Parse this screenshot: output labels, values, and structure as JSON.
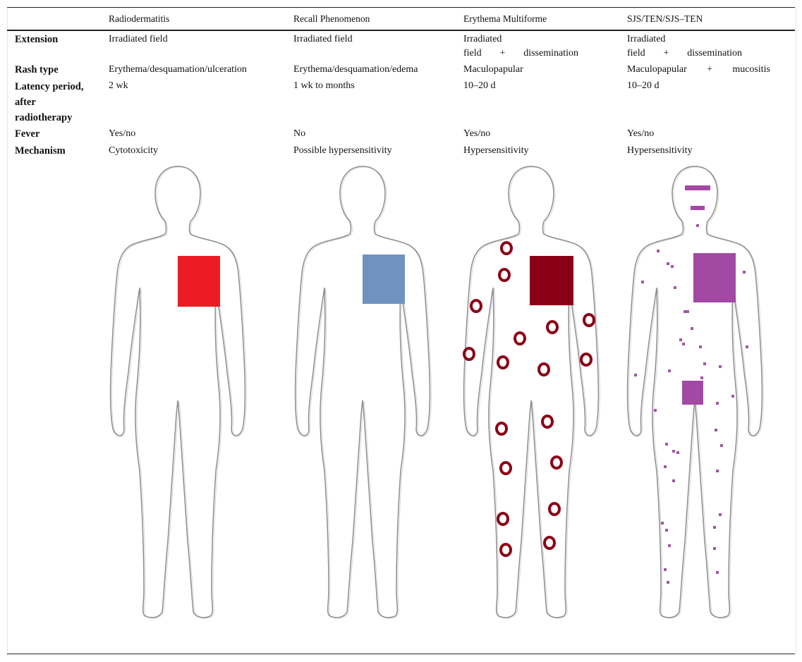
{
  "header": {
    "columns": [
      "Radiodermatitis",
      "Recall Phenomenon",
      "Erythema Multiforme",
      "SJS/TEN/SJS–TEN"
    ]
  },
  "rows": {
    "extension": {
      "label": "Extension",
      "cells": [
        "Irradiated field",
        "Irradiated field",
        "Irradiated",
        "Irradiated"
      ],
      "line2_c3": [
        "field",
        "+",
        "dissemination"
      ],
      "line2_c4": [
        "field",
        "+",
        "dissemination"
      ]
    },
    "rash_type": {
      "label": "Rash type",
      "cells": [
        "Erythema/desquamation/ulceration",
        "Erythema/desquamation/edema",
        "Maculopapular"
      ],
      "c4_parts": [
        "Maculopapular",
        "+",
        "mucositis"
      ]
    },
    "latency": {
      "label": "Latency period, after radiotherapy",
      "cells": [
        "2 wk",
        "1 wk to months",
        "10–20 d",
        "10–20 d"
      ]
    },
    "fever": {
      "label": "Fever",
      "cells": [
        "Yes/no",
        "No",
        "Yes/no",
        "Yes/no"
      ]
    },
    "mechanism": {
      "label": "Mechanism",
      "cells": [
        "Cytotoxicity",
        "Possible hypersensitivity",
        "Hypersensitivity",
        "Hypersensitivity"
      ]
    }
  },
  "figures": {
    "radiodermatitis": {
      "patch_color": "#ed1c24"
    },
    "recall": {
      "patch_color": "#7092c0"
    },
    "erythema_multiforme": {
      "patch_color": "#8b0015",
      "target_color": "#8b0015"
    },
    "sjs_ten": {
      "patch_color": "#a349a4",
      "dot_color": "#8e3a8f"
    }
  }
}
